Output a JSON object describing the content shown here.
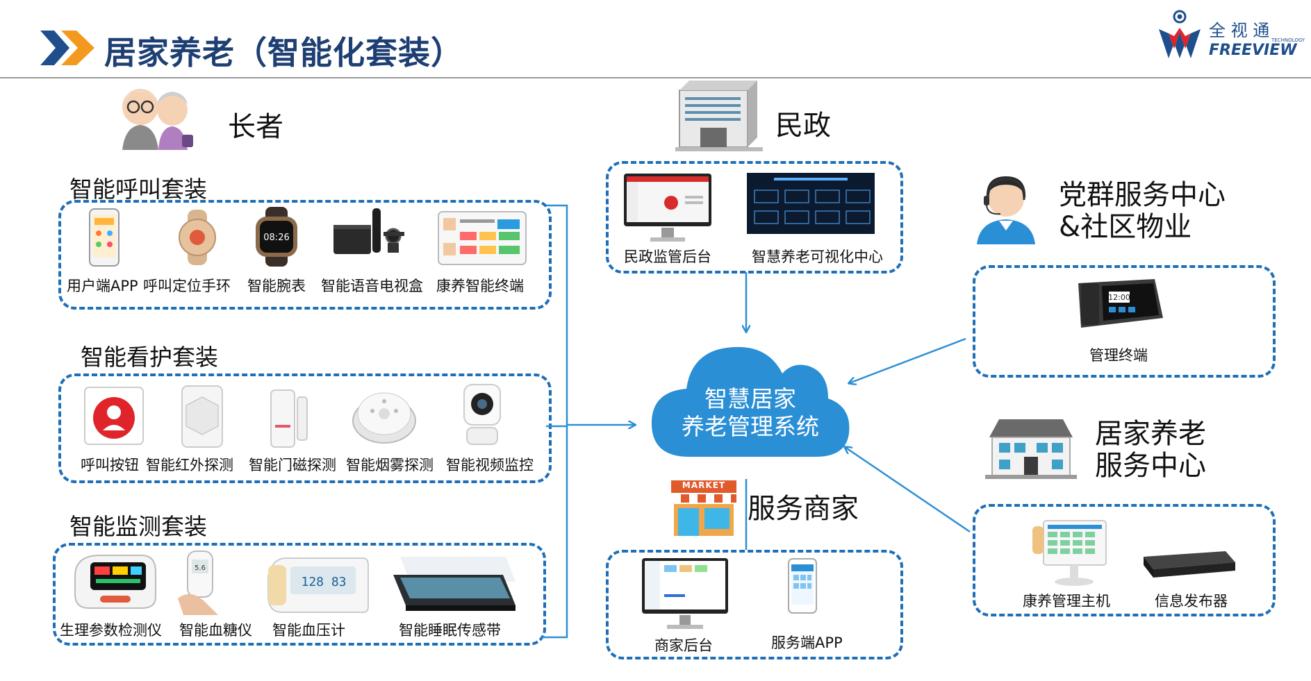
{
  "header": {
    "title": "居家养老（智能化套装）",
    "logo_cn": "全 视 通",
    "logo_en": "FREEVIEW",
    "logo_tech": "TECHNOLOGY"
  },
  "elder": {
    "title": "长者",
    "call_kit": {
      "title": "智能呼叫套装",
      "items": [
        "用户端APP",
        "呼叫定位手环",
        "智能腕表",
        "智能语音电视盒",
        "康养智能终端"
      ]
    },
    "care_kit": {
      "title": "智能看护套装",
      "items": [
        "呼叫按钮",
        "智能红外探测",
        "智能门磁探测",
        "智能烟雾探测",
        "智能视频监控"
      ]
    },
    "monitor_kit": {
      "title": "智能监测套装",
      "items": [
        "生理参数检测仪",
        "智能血糖仪",
        "智能血压计",
        "智能睡眠传感带"
      ]
    }
  },
  "civil": {
    "title": "民政",
    "items": [
      "民政监管后台",
      "智慧养老可视化中心"
    ]
  },
  "center": {
    "line1": "智慧居家",
    "line2": "养老管理系统"
  },
  "merchant": {
    "title": "服务商家",
    "sign": "MARKET",
    "items": [
      "商家后台",
      "服务端APP"
    ]
  },
  "party": {
    "line1": "党群服务中心",
    "line2": "&社区物业",
    "items": [
      "管理终端"
    ],
    "screen_time": "12:00"
  },
  "homecare": {
    "line1": "居家养老",
    "line2": "服务中心",
    "items": [
      "康养管理主机",
      "信息发布器"
    ]
  },
  "device_text": {
    "watch_time": "08:26",
    "bp_reading": "128 83"
  },
  "colors": {
    "accent_blue": "#1f6fb8",
    "chevron_blue": "#1e4f8c",
    "chevron_orange": "#f39a1e",
    "cloud": "#2b8fd6"
  }
}
